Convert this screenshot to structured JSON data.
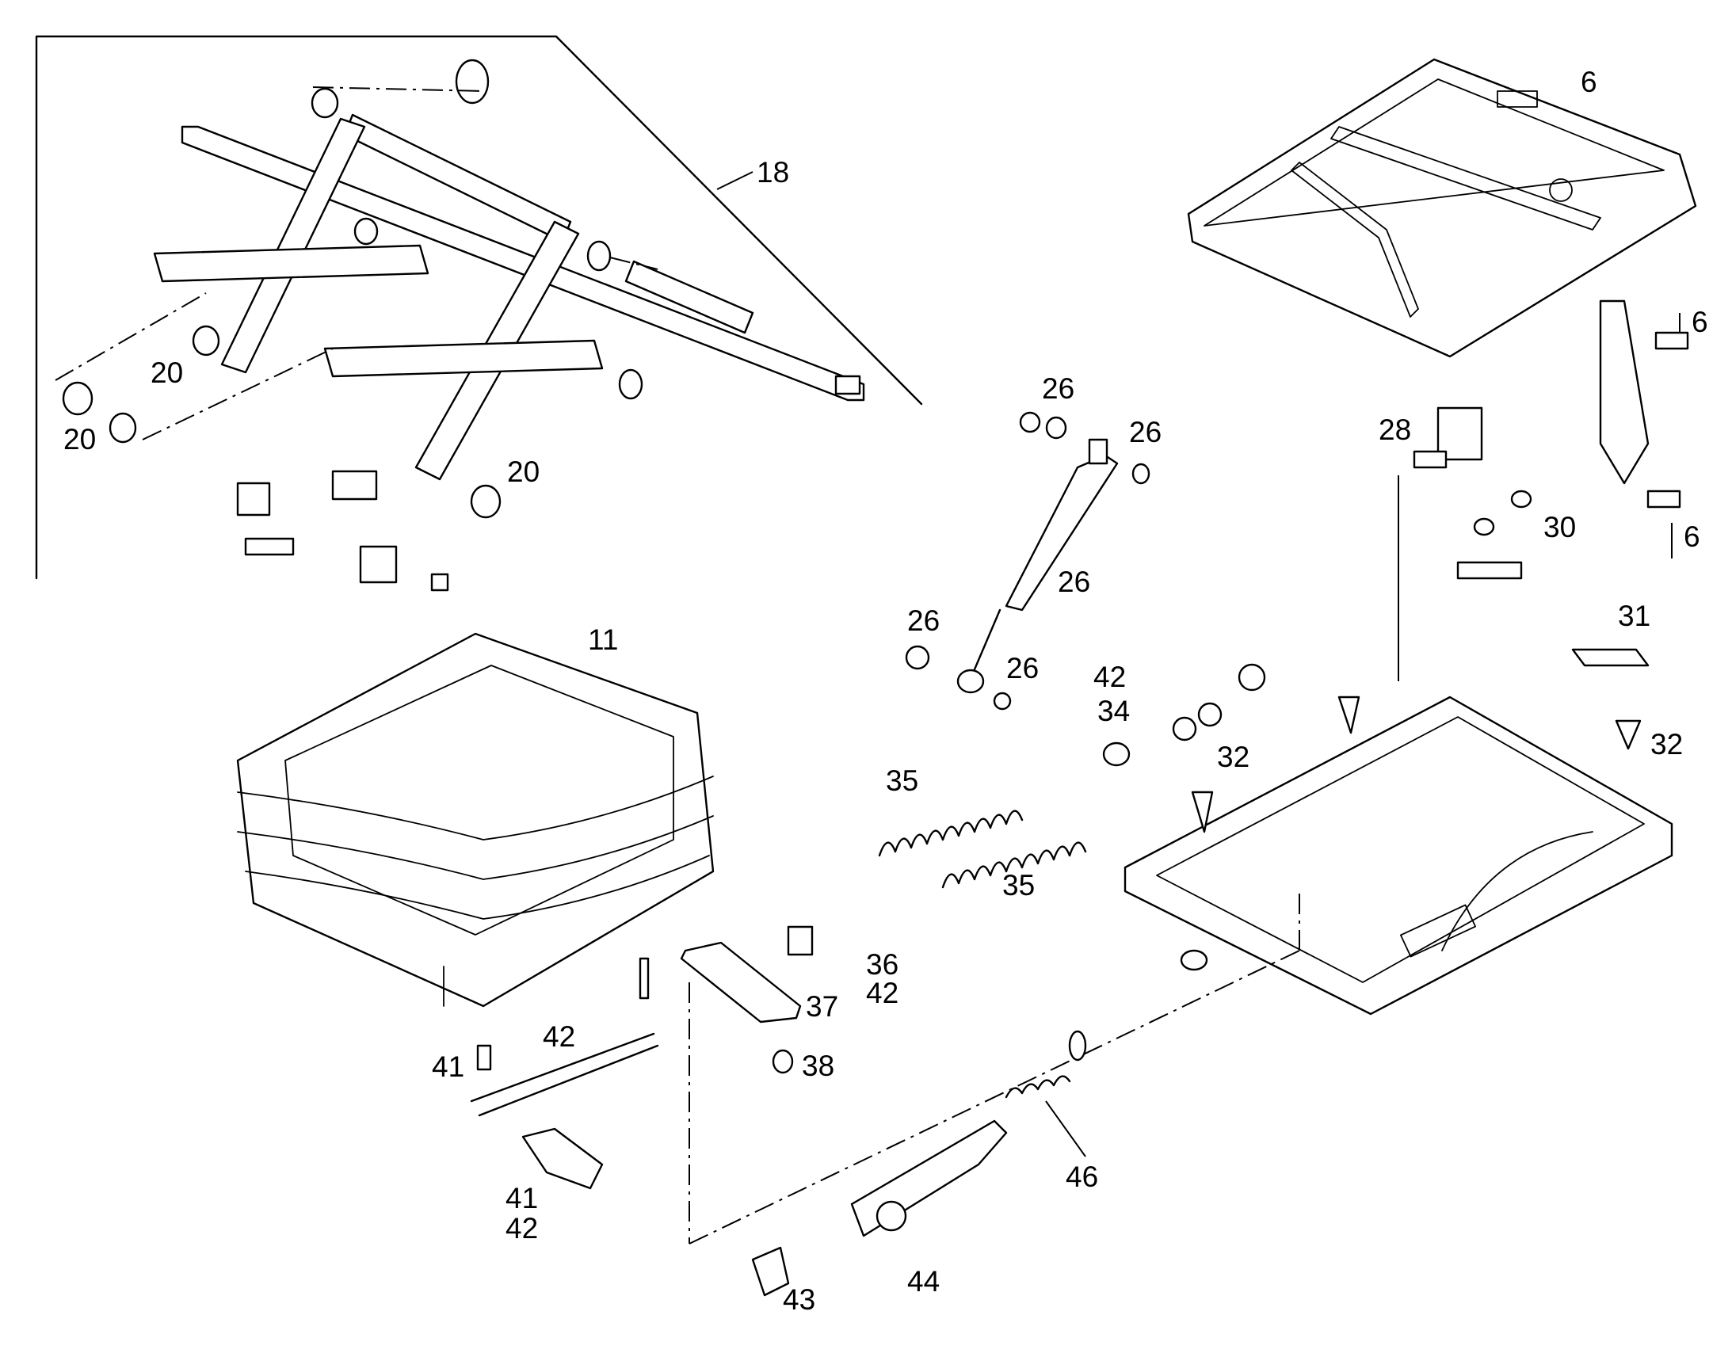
{
  "labels": {
    "p6_top": "6",
    "p6_mid": "6",
    "p6_low": "6",
    "p18": "18",
    "p20_a": "20",
    "p20_b": "20",
    "p20_c": "20",
    "p11": "11",
    "p26_a": "26",
    "p26_b": "26",
    "p26_c": "26",
    "p26_d": "26",
    "p26_e": "26",
    "p28": "28",
    "p30": "30",
    "p31": "31",
    "p32_a": "32",
    "p32_b": "32",
    "p42_a": "42",
    "p34": "34",
    "p35_a": "35",
    "p35_b": "35",
    "p36": "36",
    "p42_b": "42",
    "p37": "37",
    "p38": "38",
    "p42_c": "42",
    "p41_a": "41",
    "p41_b": "41",
    "p42_d": "42",
    "p46": "46",
    "p43": "43",
    "p44": "44"
  }
}
